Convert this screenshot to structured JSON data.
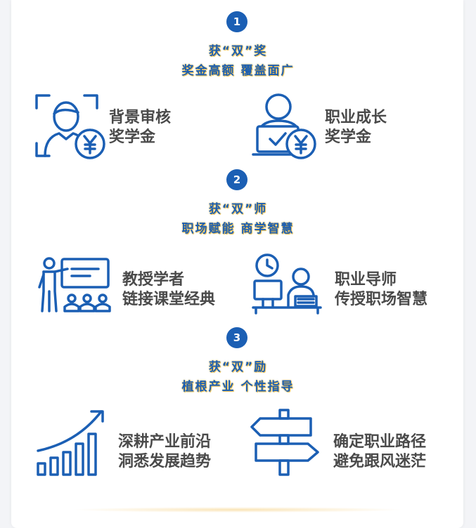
{
  "sections": [
    {
      "number": "1",
      "title": "获“双”奖",
      "subtitle": "奖金高额 覆盖面广",
      "features": [
        {
          "icon": "face-scan-yen-icon",
          "line1": "背景审核",
          "line2": "奖学金"
        },
        {
          "icon": "laptop-user-yen-icon",
          "line1": "职业成长",
          "line2": "奖学金"
        }
      ]
    },
    {
      "number": "2",
      "title": "获“双”师",
      "subtitle": "职场赋能 商学智慧",
      "features": [
        {
          "icon": "teacher-classroom-icon",
          "line1": "教授学者",
          "line2": "链接课堂经典"
        },
        {
          "icon": "mentor-desk-clock-icon",
          "line1": "职业导师",
          "line2": "传授职场智慧"
        }
      ]
    },
    {
      "number": "3",
      "title": "获“双”励",
      "subtitle": "植根产业 个性指导",
      "features": [
        {
          "icon": "growth-chart-icon",
          "line1": "深耕产业前沿",
          "line2": "洞悉发展趋势"
        },
        {
          "icon": "signpost-icon",
          "line1": "确定职业路径",
          "line2": "避免跟风迷茫"
        }
      ]
    }
  ],
  "colors": {
    "accent": "#1b5fb4",
    "text": "#4a4a4a",
    "glow": "#f0b428"
  }
}
